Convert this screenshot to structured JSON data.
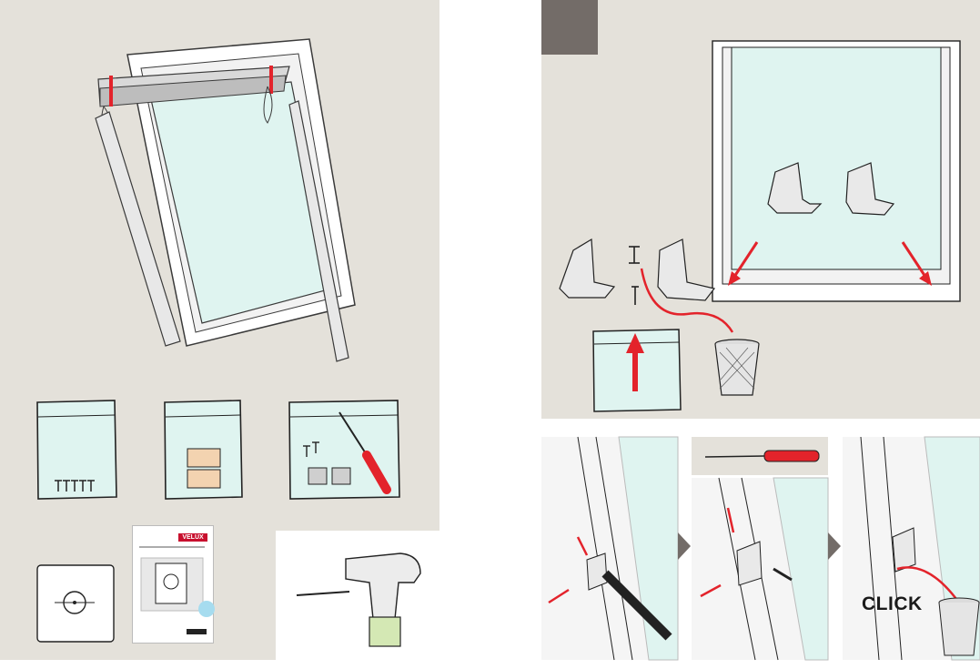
{
  "click_label": "CLICK",
  "brand_logo": "VELUX",
  "step_badge": "",
  "colors": {
    "panel_bg": "#e4e1da",
    "glass": "#dff4f0",
    "accent_red": "#e3232b",
    "step_badge": "#736c68",
    "card": "#f4a9b1"
  },
  "icons": [
    "blind-cassette",
    "side-rail",
    "screw-bag",
    "adhesive-pad-bag",
    "tool-bag",
    "wall-switch",
    "manual-booklet",
    "drill",
    "bracket",
    "waste-bin",
    "screwdriver",
    "arrow"
  ]
}
